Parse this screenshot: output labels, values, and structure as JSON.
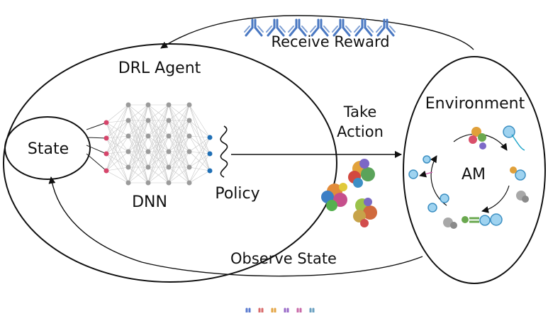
{
  "agent": {
    "label": "DRL Agent"
  },
  "state": {
    "label": "State"
  },
  "dnn": {
    "label": "DNN"
  },
  "policy": {
    "label": "Policy"
  },
  "environment": {
    "label": "Environment",
    "core_label": "AM"
  },
  "arrows": {
    "reward": "Receive Reward",
    "action_line1": "Take",
    "action_line2": "Action",
    "observe": "Observe State"
  },
  "icons": {
    "reward_antibodies": {
      "count": 7,
      "color": "#4a78c2"
    },
    "observe_antibodies_colors": [
      "#5b7bd0",
      "#d86a6a",
      "#e4a646",
      "#9a6bc8",
      "#c96aa8",
      "#6aa0c0"
    ],
    "input_node_color": "#d6456b",
    "output_node_color": "#1f6fb5",
    "hidden_node_color": "#9b9b9b"
  }
}
